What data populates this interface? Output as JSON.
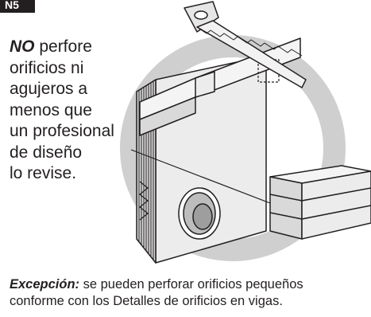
{
  "badge": {
    "label": "N5"
  },
  "warning": {
    "emphasis": "NO",
    "lines": [
      " perfore",
      "orificios ni",
      "agujeros a",
      "menos que",
      "un profesional",
      "de diseño",
      "lo revise."
    ]
  },
  "exception": {
    "label": "Excepción:",
    "line1": " se pueden perforar orificios pequeños",
    "line2": "conforme con los Detalles de orificios en vigas."
  },
  "colors": {
    "prohibition": "#cfcfcf",
    "ink": "#231f20",
    "panel": "#ececec"
  },
  "icons": {
    "saw": "hand-saw-icon",
    "prohibition": "prohibition-sign-icon"
  }
}
